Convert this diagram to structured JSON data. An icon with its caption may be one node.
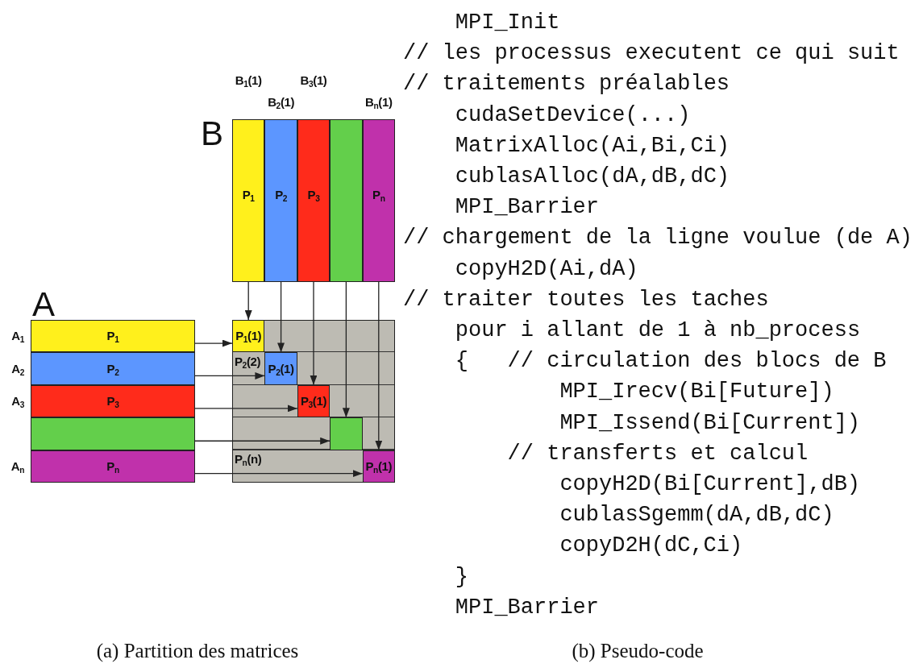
{
  "diagram": {
    "nodes": [
      {
        "text": [
          "B"
        ]
      },
      {
        "text": [
          "P$_{1}$"
        ],
        "in": 0,
        "beside": [
          "B$_{1}$(1)"
        ]
      },
      {
        "text": [
          "P$_{2}$"
        ],
        "in": 0,
        "beside": [
          "B$_{2}$(1)"
        ]
      },
      {
        "text": [
          "P$_{3}$"
        ],
        "in": 0,
        "beside": [
          "B$_{3}$(1)"
        ]
      },
      {
        "text": [],
        "shape": "box",
        "in": 0
      },
      {
        "text": [
          "P$_{n}$"
        ],
        "in": 0,
        "beside": [
          "B$_{n}$(1)"
        ]
      },
      {
        "text": [
          "A"
        ]
      },
      {
        "text": [
          "P$_{1}$"
        ],
        "in": 6,
        "beside": [
          "A$_{1}$"
        ]
      },
      {
        "text": [
          "P$_{2}$"
        ],
        "in": 6,
        "beside": [
          "A$_{2}$"
        ]
      },
      {
        "text": [
          "P$_{3}$"
        ],
        "in": 6,
        "beside": [
          "A$_{3}$"
        ]
      },
      {
        "text": [],
        "shape": "box",
        "in": 6
      },
      {
        "text": [
          "P$_{n}$"
        ],
        "in": 6,
        "beside": [
          "A$_{n}$"
        ]
      },
      {
        "text": [],
        "shape": "box"
      },
      {
        "text": [
          "P$_{1}$(1)"
        ],
        "in": 12
      },
      {
        "text": [
          "P$_{2}$(1)"
        ],
        "in": 12
      },
      {
        "text": [
          "P$_{3}$(1)"
        ],
        "in": 12
      },
      {
        "text": [],
        "shape": "box",
        "in": 12
      },
      {
        "text": [
          "P$_{n}$(1)"
        ],
        "in": 12
      }
    ],
    "edges": [
      {
        "from": 1,
        "to": 13,
        "arrow": "to"
      },
      {
        "from": 2,
        "to": 14,
        "arrow": "to"
      },
      {
        "from": 3,
        "to": 15,
        "arrow": "to"
      },
      {
        "from": 4,
        "to": 16,
        "arrow": "to"
      },
      {
        "from": 5,
        "to": 17,
        "arrow": "to"
      },
      {
        "from": 7,
        "to": 13,
        "arrow": "to"
      },
      {
        "from": 8,
        "to": 14,
        "arrow": "to"
      },
      {
        "from": 9,
        "to": 15,
        "arrow": "to"
      },
      {
        "from": 10,
        "to": 16,
        "arrow": "to"
      },
      {
        "from": 11,
        "to": 17,
        "arrow": "to"
      }
    ],
    "labels": [
      "P$_{2}$(2)",
      "P$_{n}$(n)",
      "MPI_Init",
      "// les processus executent ce qui suit",
      "// traitements préalables",
      "cudaSetDevice(...)",
      "MatrixAlloc(Ai,Bi,Ci)",
      "cublasAlloc(dA,dB,dC)",
      "MPI_Barrier",
      "// chargement de la ligne voulue (de A)",
      "copyH2D(Ai,dA)",
      "// traiter toutes les taches",
      "pour i allant de 1 à nb_process",
      "{",
      "// circulation des blocs de B",
      "MPI_Irecv(Bi[Future])",
      "MPI_Issend(Bi[Current])",
      "// transferts et calcul",
      "copyH2D(Bi[Current],dB)",
      "cublasSgemm(dA,dB,dC)",
      "copyD2H(dC,Ci)",
      "}",
      "MPI_Barrier",
      "(a) Partition des matrices",
      "(b) Pseudo-code"
    ]
  }
}
